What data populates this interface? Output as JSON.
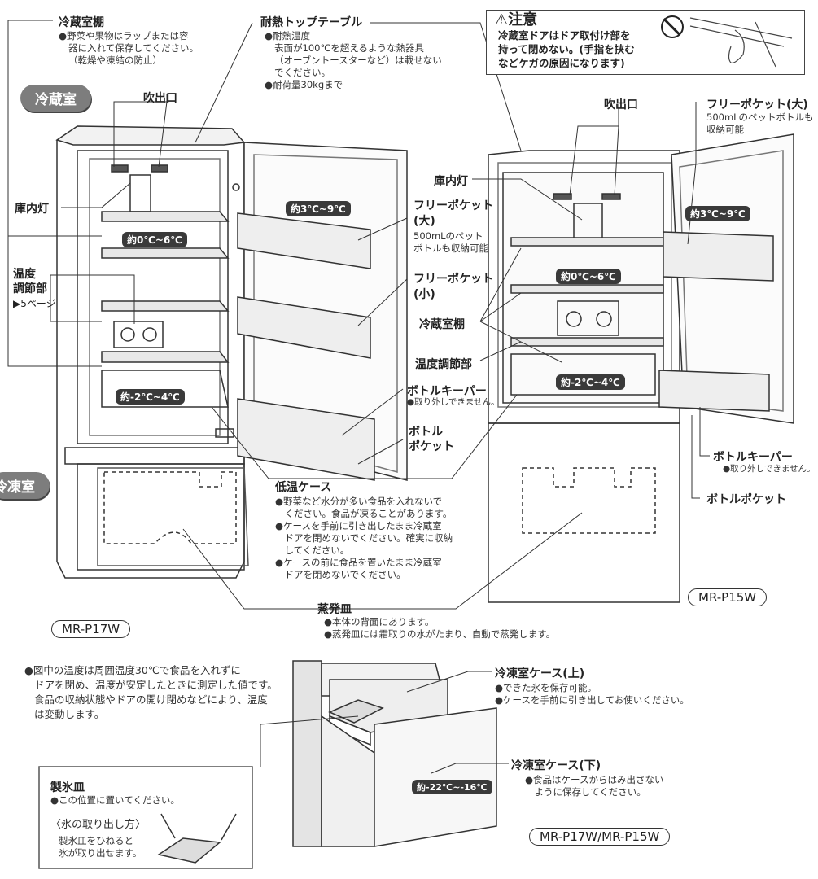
{
  "sections": {
    "fridge": "冷蔵室",
    "freezer": "冷凍室"
  },
  "labels": {
    "shelf_title": "冷蔵室棚",
    "shelf_notes": [
      "●野菜や果物はラップまたは容",
      "器に入れて保存してください。",
      "（乾燥や凍結の防止）"
    ],
    "top_table_title": "耐熱トップテーブル",
    "top_table_notes": [
      "●耐熱温度",
      "表面が100℃を超えるような熱器具",
      "（オーブントースターなど）は載せない",
      "でください。",
      "●耐荷量30kgまで"
    ],
    "caution_title": "注意",
    "caution_lines": [
      "冷蔵室ドアはドア取付け部を",
      "持って閉めない。(手指を挟む",
      "などケガの原因になります)"
    ],
    "vent_left": "吹出口",
    "vent_right": "吹出口",
    "light_left": "庫内灯",
    "light_right": "庫内灯",
    "temp_adj_left": [
      "温度",
      "調節部",
      "▶5ページ"
    ],
    "free_pocket_large_left": [
      "フリーポケット",
      "(大)"
    ],
    "free_pocket_large_left_note": [
      "500mLのペット",
      "ボトルも収納可能"
    ],
    "free_pocket_small": [
      "フリーポケット",
      "(小)"
    ],
    "fridge_shelf_mid": "冷蔵室棚",
    "temp_adj_mid": "温度調節部",
    "bottle_keeper_mid": "ボトルキーパー",
    "bottle_keeper_mid_note": "●取り外しできません。",
    "bottle_pocket_mid": [
      "ボトル",
      "ポケット"
    ],
    "free_pocket_large_right": "フリーポケット(大)",
    "free_pocket_large_right_note": [
      "500mLのペットボトルも",
      "収納可能"
    ],
    "bottle_keeper_right": "ボトルキーパー",
    "bottle_keeper_right_note": "●取り外しできません。",
    "bottle_pocket_right": "ボトルポケット",
    "low_temp_case": "低温ケース",
    "low_temp_notes": [
      "●野菜など水分が多い食品を入れないで",
      "　ください。食品が凍ることがあります。",
      "●ケースを手前に引き出したまま冷蔵室",
      "　ドアを閉めないでください。確実に収納",
      "　してください。",
      "●ケースの前に食品を置いたまま冷蔵室",
      "　ドアを閉めないでください。"
    ],
    "evap_title": "蒸発皿",
    "evap_notes": [
      "●本体の背面にあります。",
      "●蒸発皿には霜取りの水がたまり、自動で蒸発します。"
    ],
    "temp_note": [
      "●図中の温度は周囲温度30℃で食品を入れずに",
      "ドアを閉め、温度が安定したときに測定した値です。",
      "食品の収納状態やドアの開け閉めなどにより、温度",
      "は変動します。"
    ],
    "freezer_upper": "冷凍室ケース(上)",
    "freezer_upper_notes": [
      "●できた氷を保存可能。",
      "●ケースを手前に引き出してお使いください。"
    ],
    "freezer_lower": "冷凍室ケース(下)",
    "freezer_lower_notes": [
      "●食品はケースからはみ出さない",
      "　ように保存してください。"
    ],
    "ice_tray": "製氷皿",
    "ice_tray_note": "●この位置に置いてください。",
    "ice_howto": "〈氷の取り出し方〉",
    "ice_howto_notes": [
      "製氷皿をひねると",
      "氷が取り出せます。"
    ]
  },
  "temps": {
    "door_left": "約3℃~9℃",
    "shelf_left": "約0℃~6℃",
    "case_left": "約-2℃~4℃",
    "door_right": "約3℃~9℃",
    "shelf_right": "約0℃~6℃",
    "case_right": "約-2℃~4℃",
    "freezer": "約-22℃~-16℃"
  },
  "models": {
    "left": "MR-P17W",
    "right": "MR-P15W",
    "bottom": "MR-P17W/MR-P15W"
  }
}
